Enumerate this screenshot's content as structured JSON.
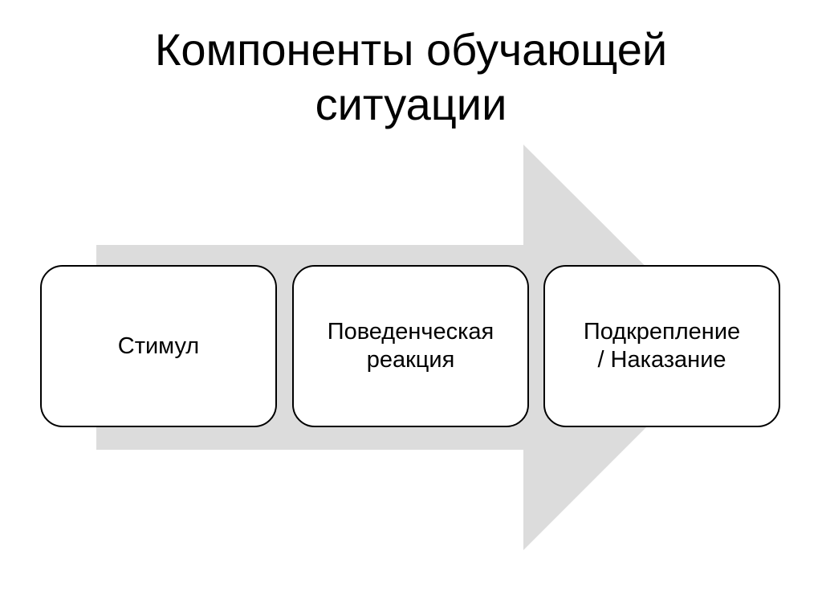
{
  "title": {
    "line1": "Компоненты обучающей",
    "line2": "ситуации"
  },
  "diagram": {
    "arrow_color": "#dcdcdc",
    "boxes": [
      {
        "label": "Стимул"
      },
      {
        "label": "Поведенческая\nреакция"
      },
      {
        "label": "Подкрепление\n/ Наказание"
      }
    ]
  }
}
